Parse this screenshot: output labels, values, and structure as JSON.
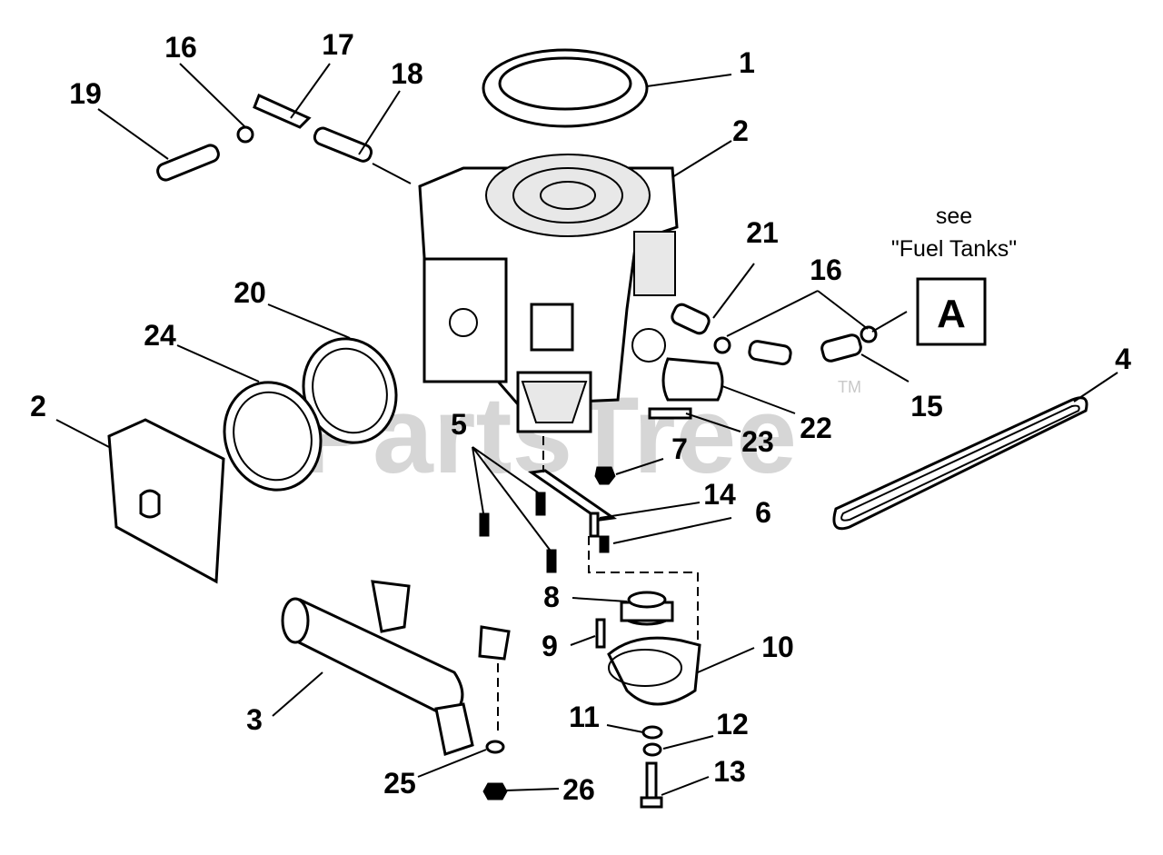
{
  "watermark": "PartsTree",
  "trademark": "TM",
  "note": {
    "line1": "see",
    "line2": "\"Fuel Tanks\"",
    "ref_letter": "A"
  },
  "callouts": [
    {
      "id": "1",
      "text": "1"
    },
    {
      "id": "2a",
      "text": "2"
    },
    {
      "id": "2b",
      "text": "2"
    },
    {
      "id": "3",
      "text": "3"
    },
    {
      "id": "4",
      "text": "4"
    },
    {
      "id": "5",
      "text": "5"
    },
    {
      "id": "6",
      "text": "6"
    },
    {
      "id": "7",
      "text": "7"
    },
    {
      "id": "8",
      "text": "8"
    },
    {
      "id": "9",
      "text": "9"
    },
    {
      "id": "10",
      "text": "10"
    },
    {
      "id": "11",
      "text": "11"
    },
    {
      "id": "12",
      "text": "12"
    },
    {
      "id": "13",
      "text": "13"
    },
    {
      "id": "14",
      "text": "14"
    },
    {
      "id": "15",
      "text": "15"
    },
    {
      "id": "16a",
      "text": "16"
    },
    {
      "id": "16b",
      "text": "16"
    },
    {
      "id": "17",
      "text": "17"
    },
    {
      "id": "18",
      "text": "18"
    },
    {
      "id": "19",
      "text": "19"
    },
    {
      "id": "20",
      "text": "20"
    },
    {
      "id": "21",
      "text": "21"
    },
    {
      "id": "22",
      "text": "22"
    },
    {
      "id": "23",
      "text": "23"
    },
    {
      "id": "24",
      "text": "24"
    },
    {
      "id": "25",
      "text": "25"
    },
    {
      "id": "26",
      "text": "26"
    }
  ]
}
